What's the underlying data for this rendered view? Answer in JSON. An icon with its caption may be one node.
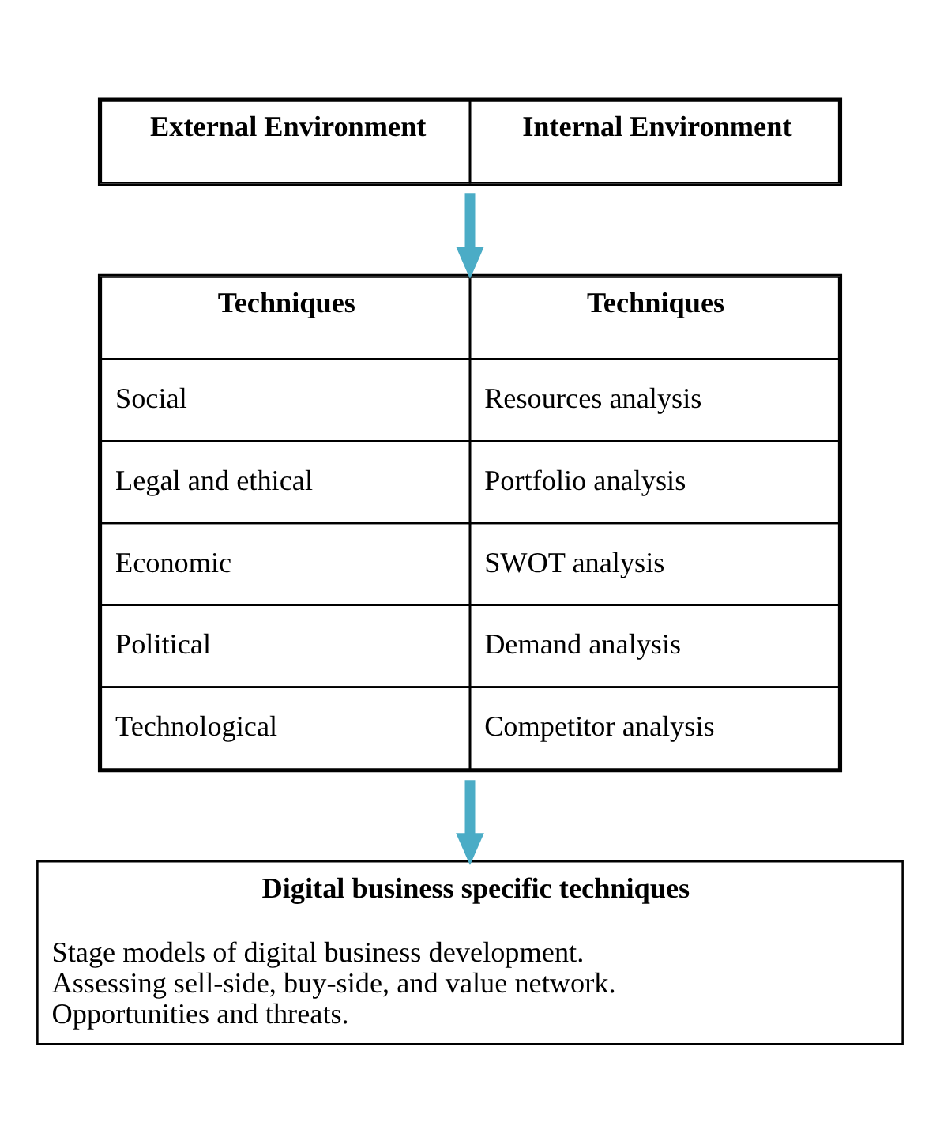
{
  "diagram": {
    "nodes": [
      {
        "text": [
          "External Environment",
          "Internal Environment"
        ]
      },
      {
        "text": [
          "Techniques",
          "Techniques",
          "Social",
          "Resources analysis",
          "Legal and ethical",
          "Portfolio analysis",
          "Economic",
          "SWOT analysis",
          "Political",
          "Demand analysis",
          "Technological",
          "Competitor analysis"
        ]
      },
      {
        "text": [
          "Digital business specific techniques",
          "Stage models of digital business development. Assessing sell-side, buy-side, and value network. Opportunities and threats."
        ]
      }
    ],
    "edges": [
      {
        "from": 0,
        "to": 1,
        "arrow": "to",
        "color": "#4bacc6"
      },
      {
        "from": 1,
        "to": 2,
        "arrow": "to",
        "color": "#4bacc6"
      }
    ]
  }
}
